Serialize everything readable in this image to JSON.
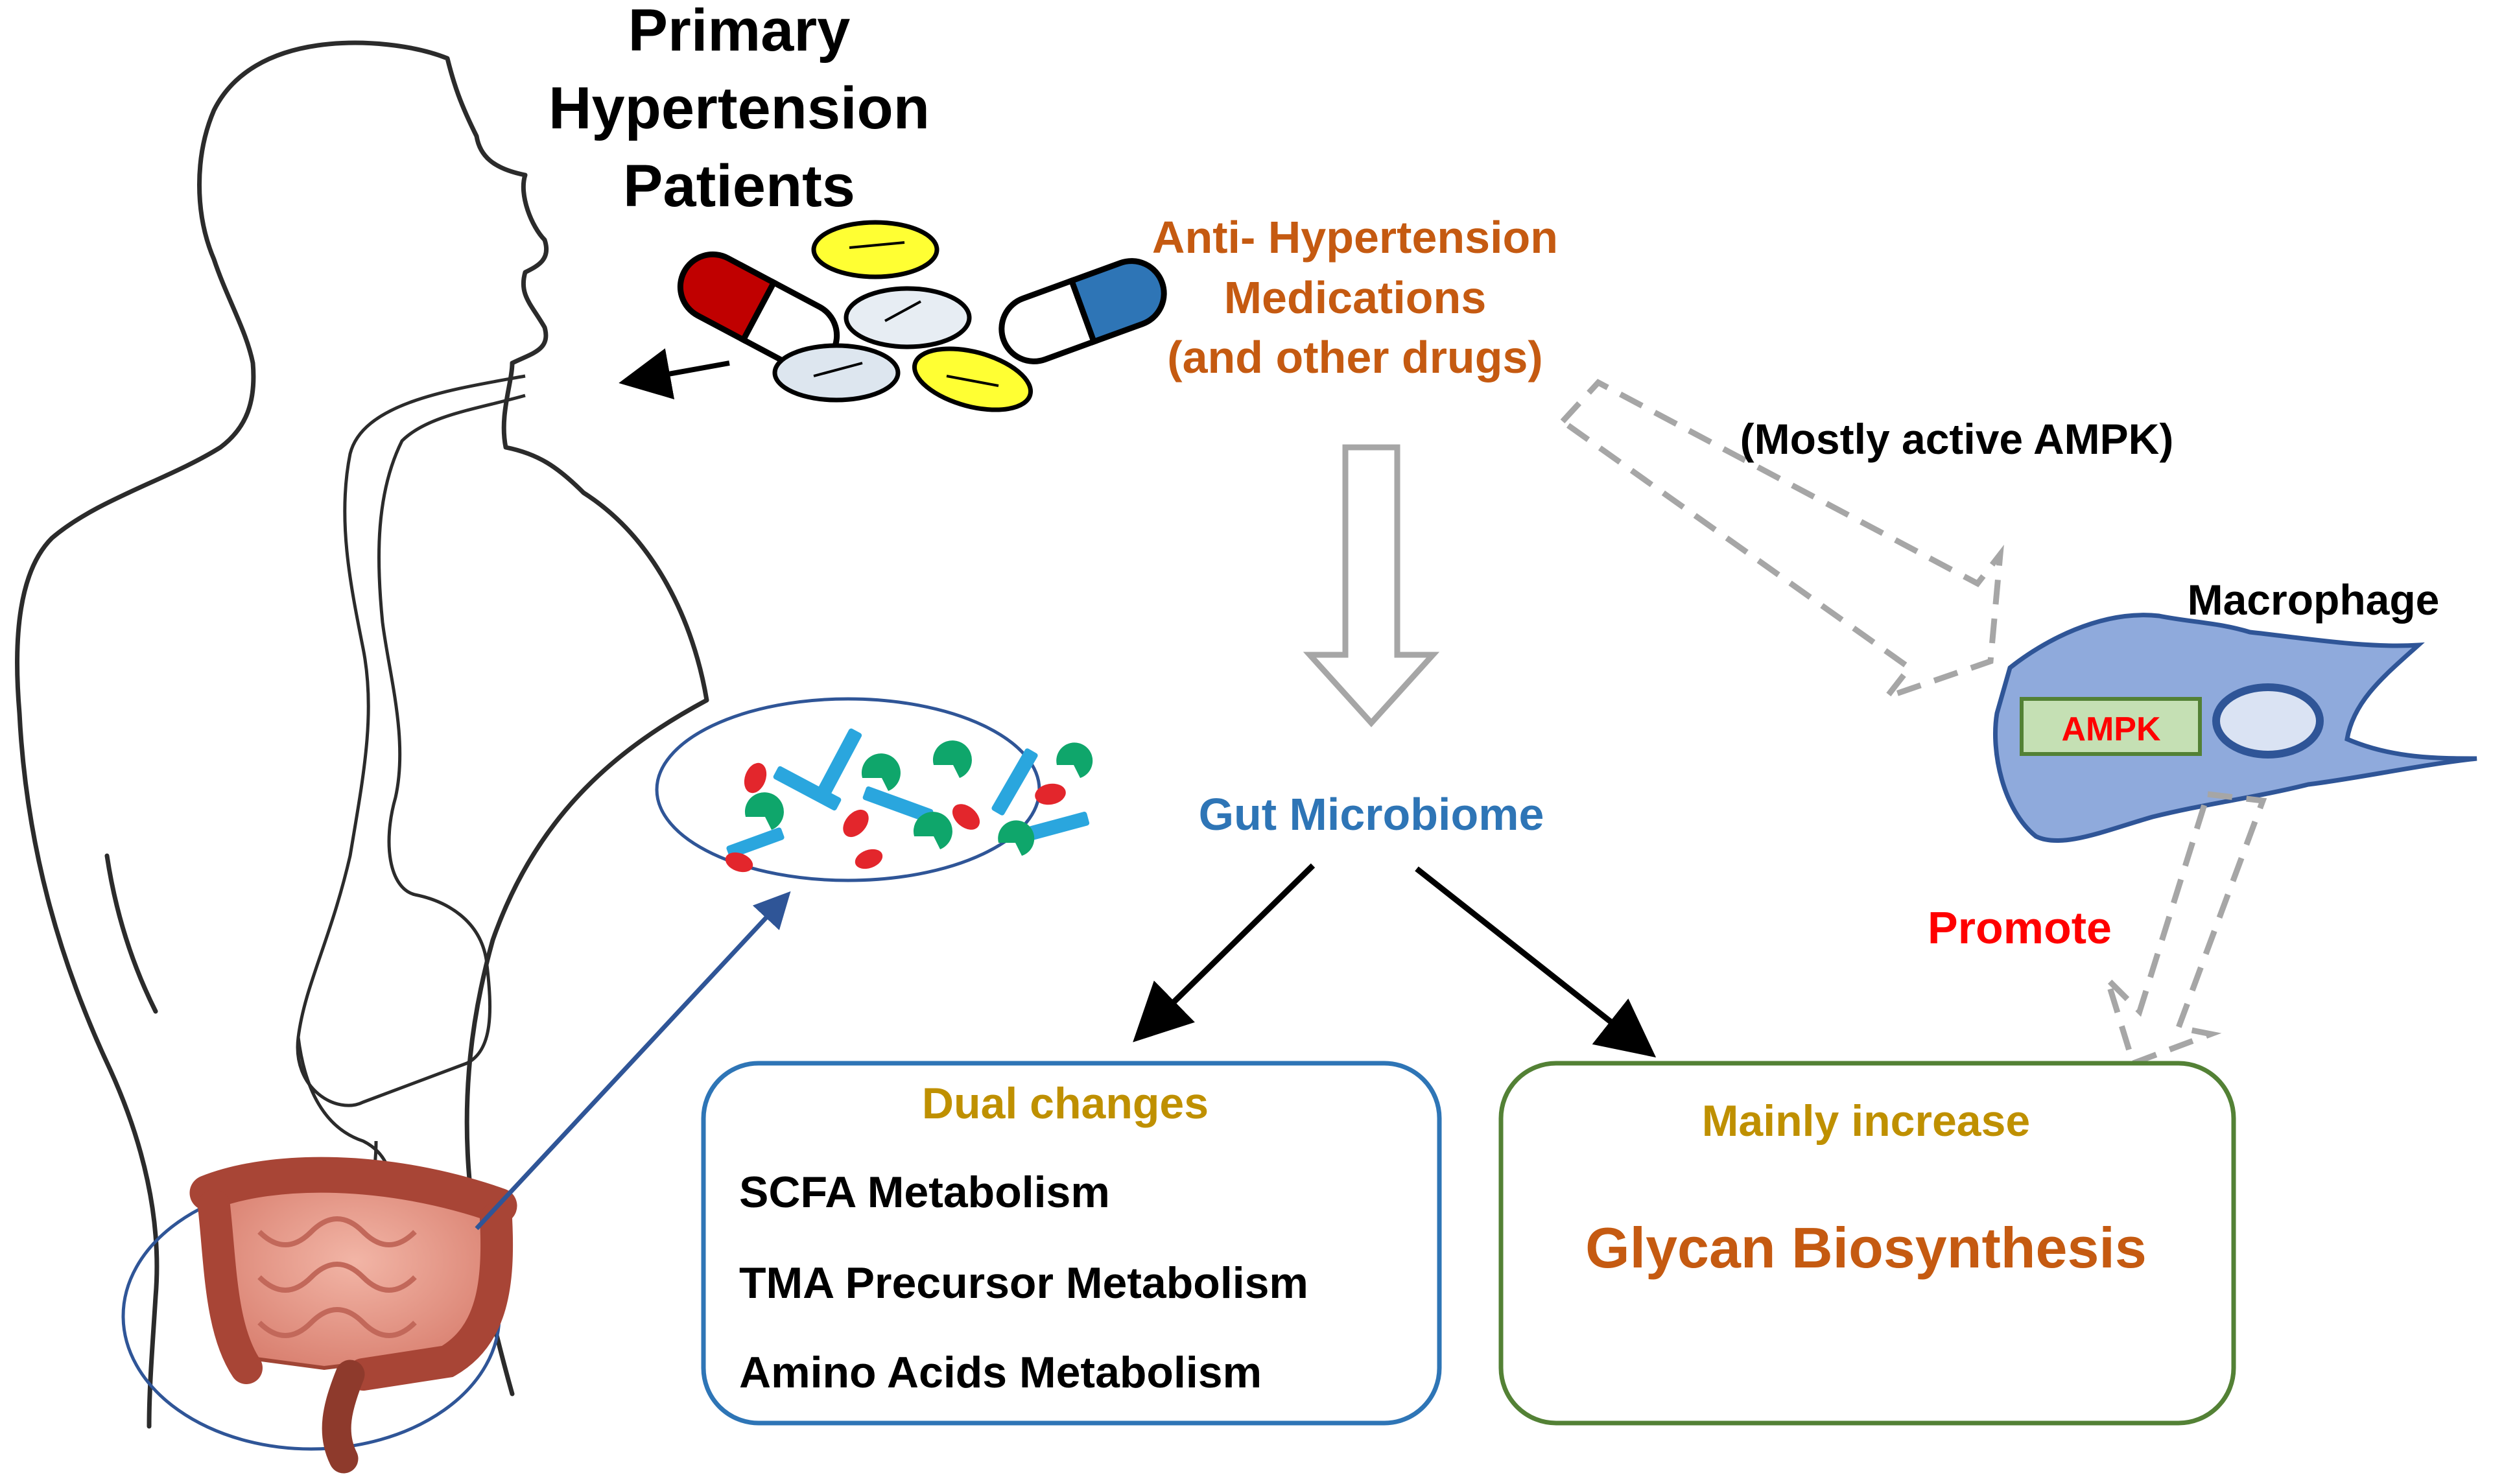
{
  "title_lines": [
    "Primary",
    "Hypertension",
    "Patients"
  ],
  "medications_lines": [
    "Anti- Hypertension",
    "Medications",
    "(and other drugs)"
  ],
  "ampk_note": "(Mostly active AMPK)",
  "macrophage_label": "Macrophage",
  "ampk_label": "AMPK",
  "gut_microbiome_label": "Gut Microbiome",
  "promote_label": "Promote",
  "box_left": {
    "header": "Dual changes",
    "items": [
      "SCFA Metabolism",
      "TMA Precursor Metabolism",
      "Amino Acids Metabolism"
    ]
  },
  "box_right": {
    "header": "Mainly increase",
    "item": "Glycan Biosynthesis"
  },
  "colors": {
    "orange_text": "#c55a11",
    "blue_text": "#2e75b6",
    "gold_text": "#bf9000",
    "red_text": "#ff0000",
    "box_left_border": "#2e75b6",
    "box_right_border": "#538135",
    "macrophage_fill": "#8faadc",
    "ampk_fill": "#c5e0b4",
    "dashed_arrow": "#a6a6a6",
    "intestine": "#b34a3a"
  }
}
